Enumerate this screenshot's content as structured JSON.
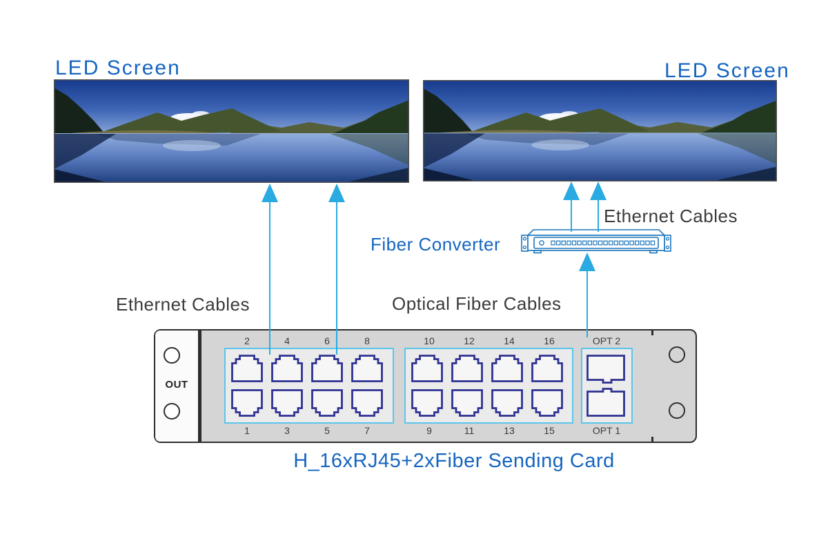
{
  "colors": {
    "label_blue": "#1565C0",
    "label_dark": "#3A3A3A",
    "cable_blue": "#29ABE2",
    "port_navy": "#2E3192",
    "group_box_cyan": "#5BC5EC",
    "converter_outline_blue": "#1B75BC"
  },
  "screens": {
    "left_label": "LED Screen",
    "right_label": "LED Screen"
  },
  "connections": {
    "ethernet_top_label": "Ethernet Cables",
    "ethernet_bottom_label": "Ethernet Cables",
    "optical_label": "Optical Fiber Cables",
    "fiber_converter_label": "Fiber Converter"
  },
  "sending_card": {
    "title": "H_16xRJ45+2xFiber Sending Card",
    "out_label": "OUT",
    "ports_top": [
      "2",
      "4",
      "6",
      "8",
      "10",
      "12",
      "14",
      "16"
    ],
    "ports_bottom": [
      "1",
      "3",
      "5",
      "7",
      "9",
      "11",
      "13",
      "15"
    ],
    "opt_port_top": "OPT 2",
    "opt_port_bottom": "OPT 1"
  }
}
